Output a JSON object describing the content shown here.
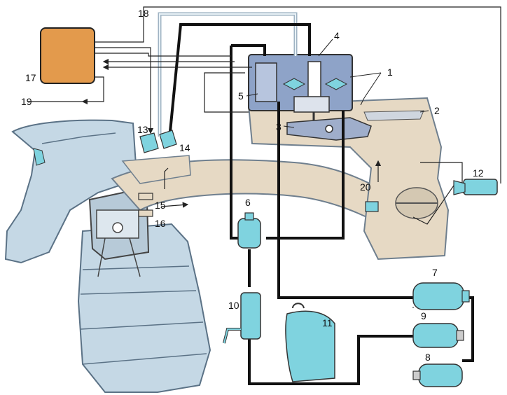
{
  "labels": {
    "l1": "1",
    "l2": "2",
    "l3": "3",
    "l4": "4",
    "l5": "5",
    "l6": "6",
    "l7": "7",
    "l8": "8",
    "l9": "9",
    "l10": "10",
    "l11": "11",
    "l12": "12",
    "l13": "13",
    "l14": "14",
    "l15": "15",
    "l16": "16",
    "l17": "17",
    "l18": "18",
    "l19": "19",
    "l20": "20"
  },
  "colors": {
    "ecu": "#e39a4c",
    "component": "#7fd3df",
    "engine": "#c5d8e5",
    "housing": "#e6d9c4",
    "distributor": "#8ea3c8",
    "thin_line": "#9fb3c3",
    "fuel_line": "#111111"
  }
}
